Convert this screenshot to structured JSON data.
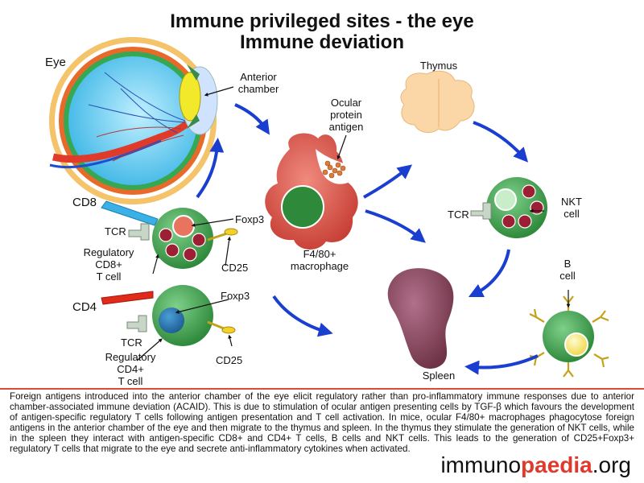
{
  "title_line1": "Immune privileged sites - the eye",
  "title_line2": "Immune deviation",
  "labels": {
    "eye": "Eye",
    "anterior_chamber": [
      "Anterior",
      "chamber"
    ],
    "thymus": "Thymus",
    "ocular_antigen": [
      "Ocular",
      "protein",
      "antigen"
    ],
    "macrophage": [
      "F4/80+",
      "macrophage"
    ],
    "nkt_cell": [
      "NKT",
      "cell"
    ],
    "tcr_nkt": "TCR",
    "cd8": "CD8",
    "tcr_cd8": "TCR",
    "foxp3_cd8": "Foxp3",
    "cd25_cd8": "CD25",
    "reg_cd8": [
      "Regulatory",
      "CD8+",
      "T cell"
    ],
    "cd4": "CD4",
    "tcr_cd4": "TCR",
    "foxp3_cd4": "Foxp3",
    "cd25_cd4": "CD25",
    "reg_cd4": [
      "Regulatory",
      "CD4+",
      "T cell"
    ],
    "b_cell": [
      "B",
      "cell"
    ],
    "spleen": "Spleen"
  },
  "caption": "Foreign antigens introduced into the anterior chamber of the eye elicit regulatory rather than pro-inflammatory immune responses due to anterior chamber-associated immune deviation (ACAID). This is due to stimulation of ocular antigen presenting cells by TGF-β which favours the development of antigen-specific regulatory T cells following antigen presentation and T cell activation. In mice, ocular F4/80+ macrophages phagocytose foreign antigens in the anterior chamber of the eye and then migrate to the thymus and spleen. In the thymus they stimulate the generation of NKT cells, while in the spleen they interact with antigen-specific CD8+ and CD4+ T cells, B cells and NKT cells. This leads to the generation of CD25+Foxp3+ regulatory T cells that migrate to the eye and secrete anti-inflammatory cytokines when activated.",
  "logo": {
    "prefix": "immuno",
    "highlight": "paedia",
    "suffix": ".org"
  },
  "colors": {
    "arrow": "#1a3fd0",
    "tcell_green": "#3e9b47",
    "macrophage_red": "#d9534a",
    "spleen": "#8c4a5e",
    "rule": "#e0483a"
  }
}
